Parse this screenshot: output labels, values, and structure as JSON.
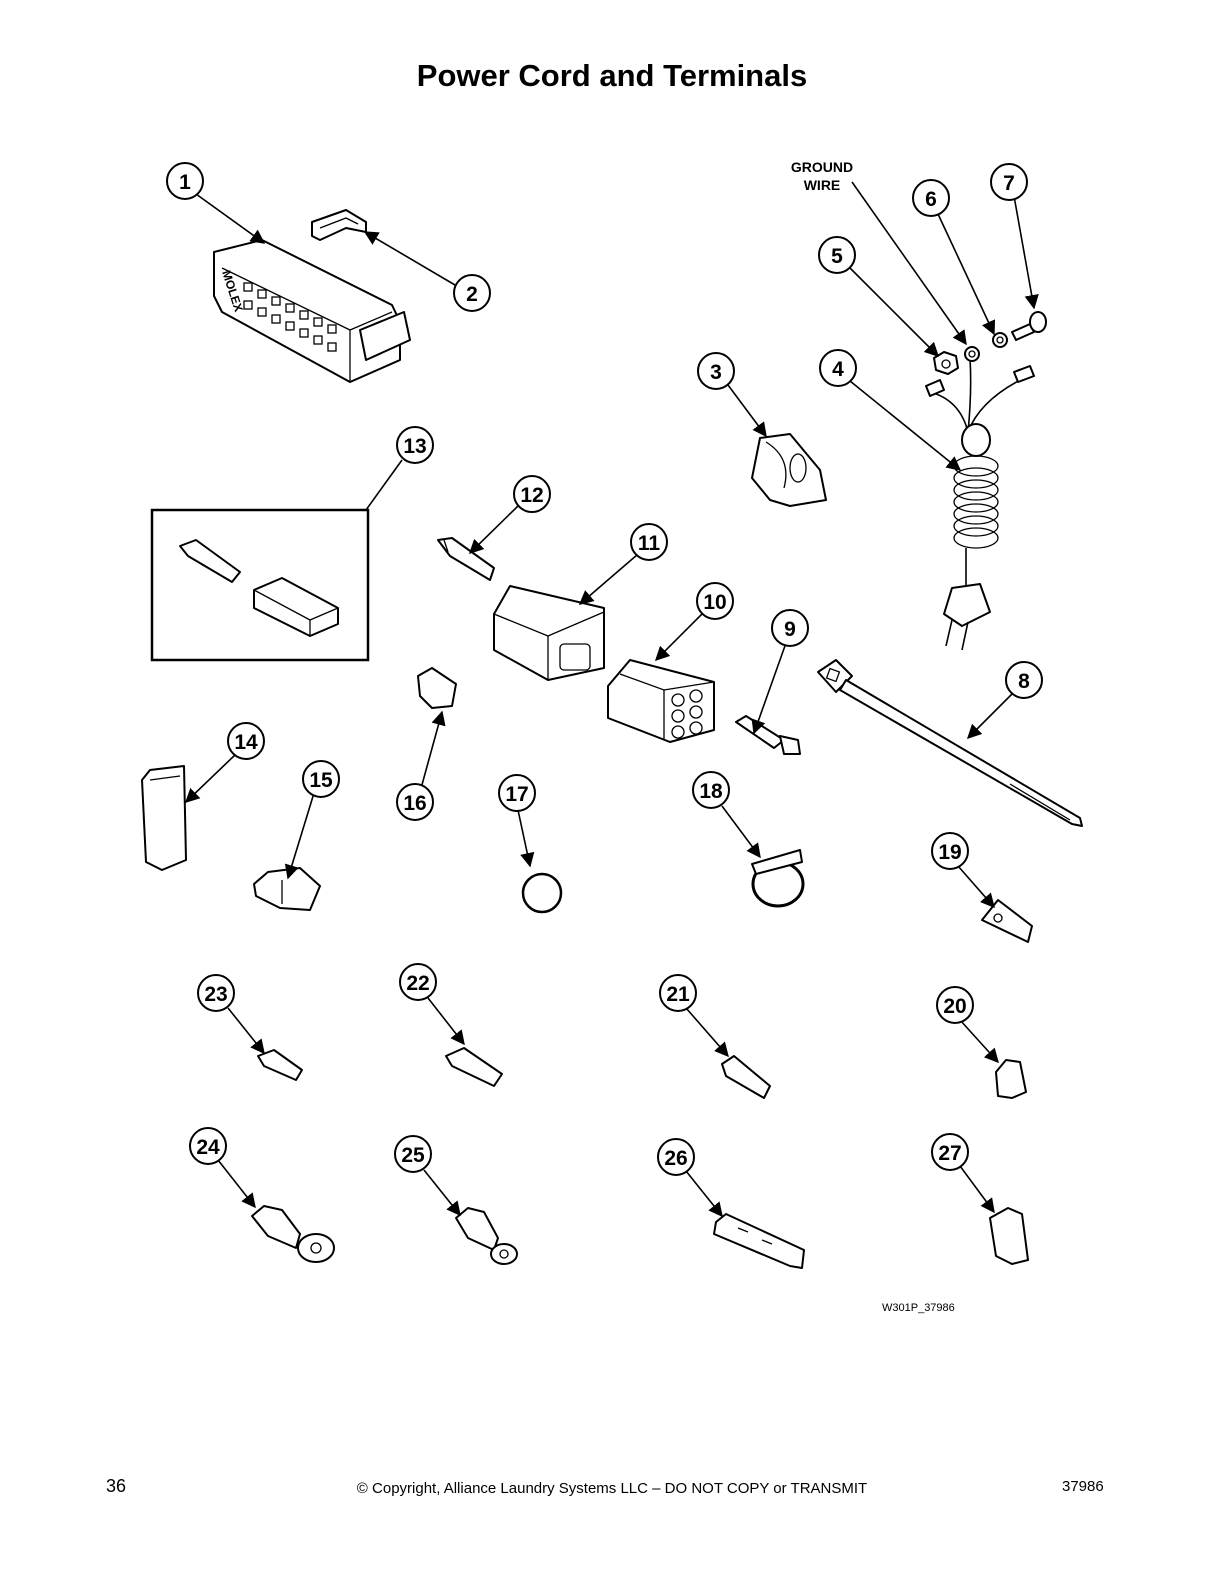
{
  "title": "Power Cord and Terminals",
  "ground_wire_label": [
    "GROUND",
    "WIRE"
  ],
  "molex_label": "MOLEX",
  "callouts": [
    "1",
    "2",
    "3",
    "4",
    "5",
    "6",
    "7",
    "8",
    "9",
    "10",
    "11",
    "12",
    "13",
    "14",
    "15",
    "16",
    "17",
    "18",
    "19",
    "20",
    "21",
    "22",
    "23",
    "24",
    "25",
    "26",
    "27"
  ],
  "drawing_id": "W301P_37986",
  "footer": {
    "page_number": "36",
    "copyright": "© Copyright, Alliance Laundry Systems LLC – DO NOT COPY or TRANSMIT",
    "doc_number": "37986"
  }
}
